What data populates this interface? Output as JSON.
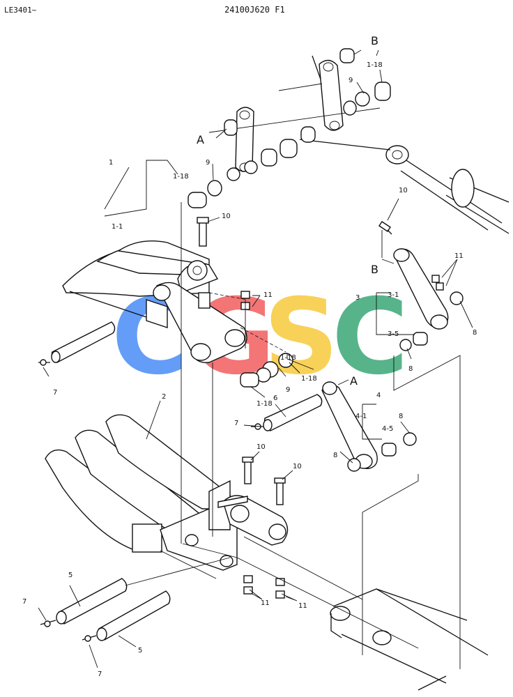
{
  "header": {
    "left_code": "LE3401~",
    "center_code": "24100J620 F1"
  },
  "watermark": {
    "letters": [
      "C",
      "G",
      "S",
      "C"
    ],
    "colors": [
      "#4a8cf7",
      "#f25e5e",
      "#f7c93c",
      "#3aa876"
    ]
  },
  "callouts": {
    "c1": "1",
    "c1_1": "1-1",
    "c1_18a": "1-18",
    "c1_18b": "1-18",
    "c1_18c": "1-18",
    "c1_18d": "1-18",
    "c1_18e": "1-18",
    "c2": "2",
    "c3": "3",
    "c3_1": "3-1",
    "c3_5": "3-5",
    "c4": "4",
    "c4_1": "4-1",
    "c4_5": "4-5",
    "c5a": "5",
    "c5b": "5",
    "c6": "6",
    "c7a": "7",
    "c7b": "7",
    "c7c": "7",
    "c7d": "7",
    "c8a": "8",
    "c8b": "8",
    "c8c": "8",
    "c8d": "8",
    "c9a": "9",
    "c9b": "9",
    "c9c": "9",
    "c10a": "10",
    "c10b": "10",
    "c10c": "10",
    "c10d": "10",
    "c11a": "11",
    "c11b": "11",
    "c11c": "11",
    "c11d": "11",
    "refA1": "A",
    "refA2": "A",
    "refB1": "B",
    "refB2": "B"
  }
}
